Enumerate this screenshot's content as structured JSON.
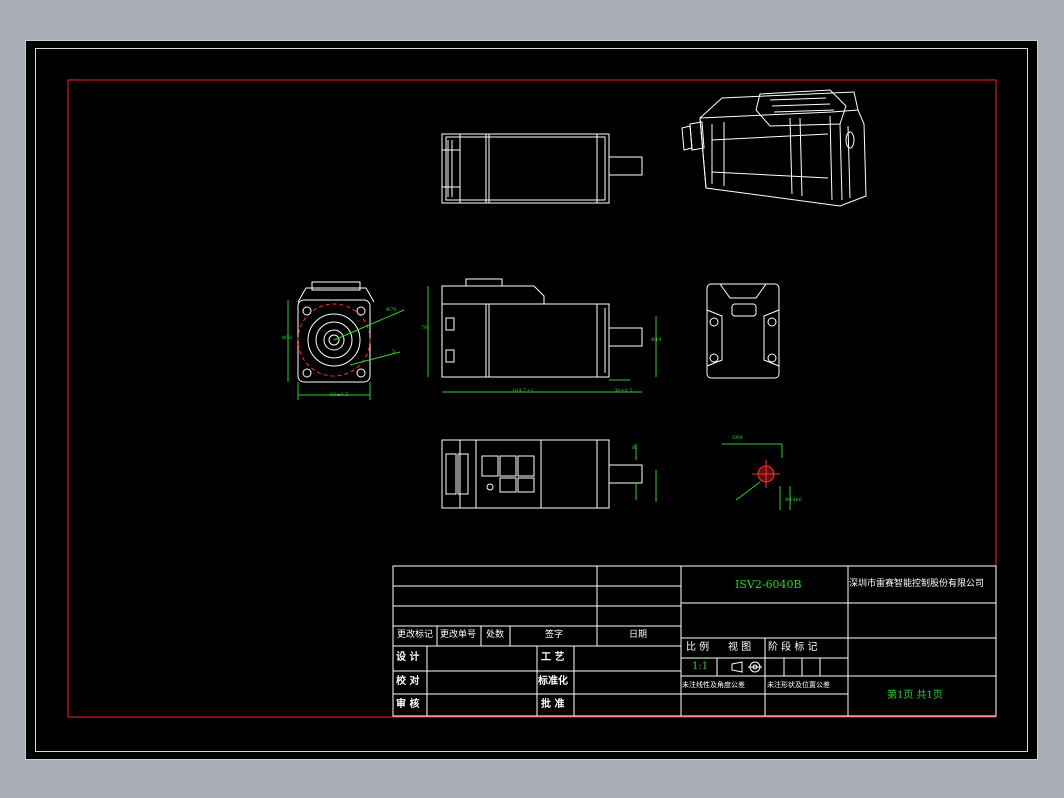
{
  "drawing": {
    "model": "ISV2-6040B",
    "company": "深圳市雷赛智能控制股份有限公司",
    "scale_header": "比 例",
    "view_header": "视 图",
    "stage_mark_header": "阶 段 标 记",
    "scale_value": "1:1",
    "page_info": "第1页   共1页",
    "untolerated_angle": "未注线性及角度公差",
    "untolerated_shape": "未注形状及位置公差"
  },
  "revision_table": {
    "col_mark": "更改标记",
    "col_doc": "更改单号",
    "col_count": "处数",
    "col_sign": "签字",
    "col_date": "日期"
  },
  "approvals": {
    "design": "设 计",
    "check": "校 对",
    "review": "审 核",
    "process": "工 艺",
    "standardize": "标准化",
    "approve": "批 准"
  },
  "dimensions": {
    "flange_width": "60±0.5",
    "body_length": "104.7±1",
    "shaft_len": "30±0.5",
    "height": "70",
    "shaft_dia": "Φ14",
    "pilot": "Φ50",
    "bolt_circle": "Φ70",
    "slot_width": "5",
    "key_label": "B",
    "section_dim": "Φ14h6",
    "key_dim": "5N9"
  },
  "colors": {
    "line": "#ffffff",
    "frame": "#ff2020",
    "dimension": "#2bd12b",
    "hidden": "#ff3030"
  }
}
